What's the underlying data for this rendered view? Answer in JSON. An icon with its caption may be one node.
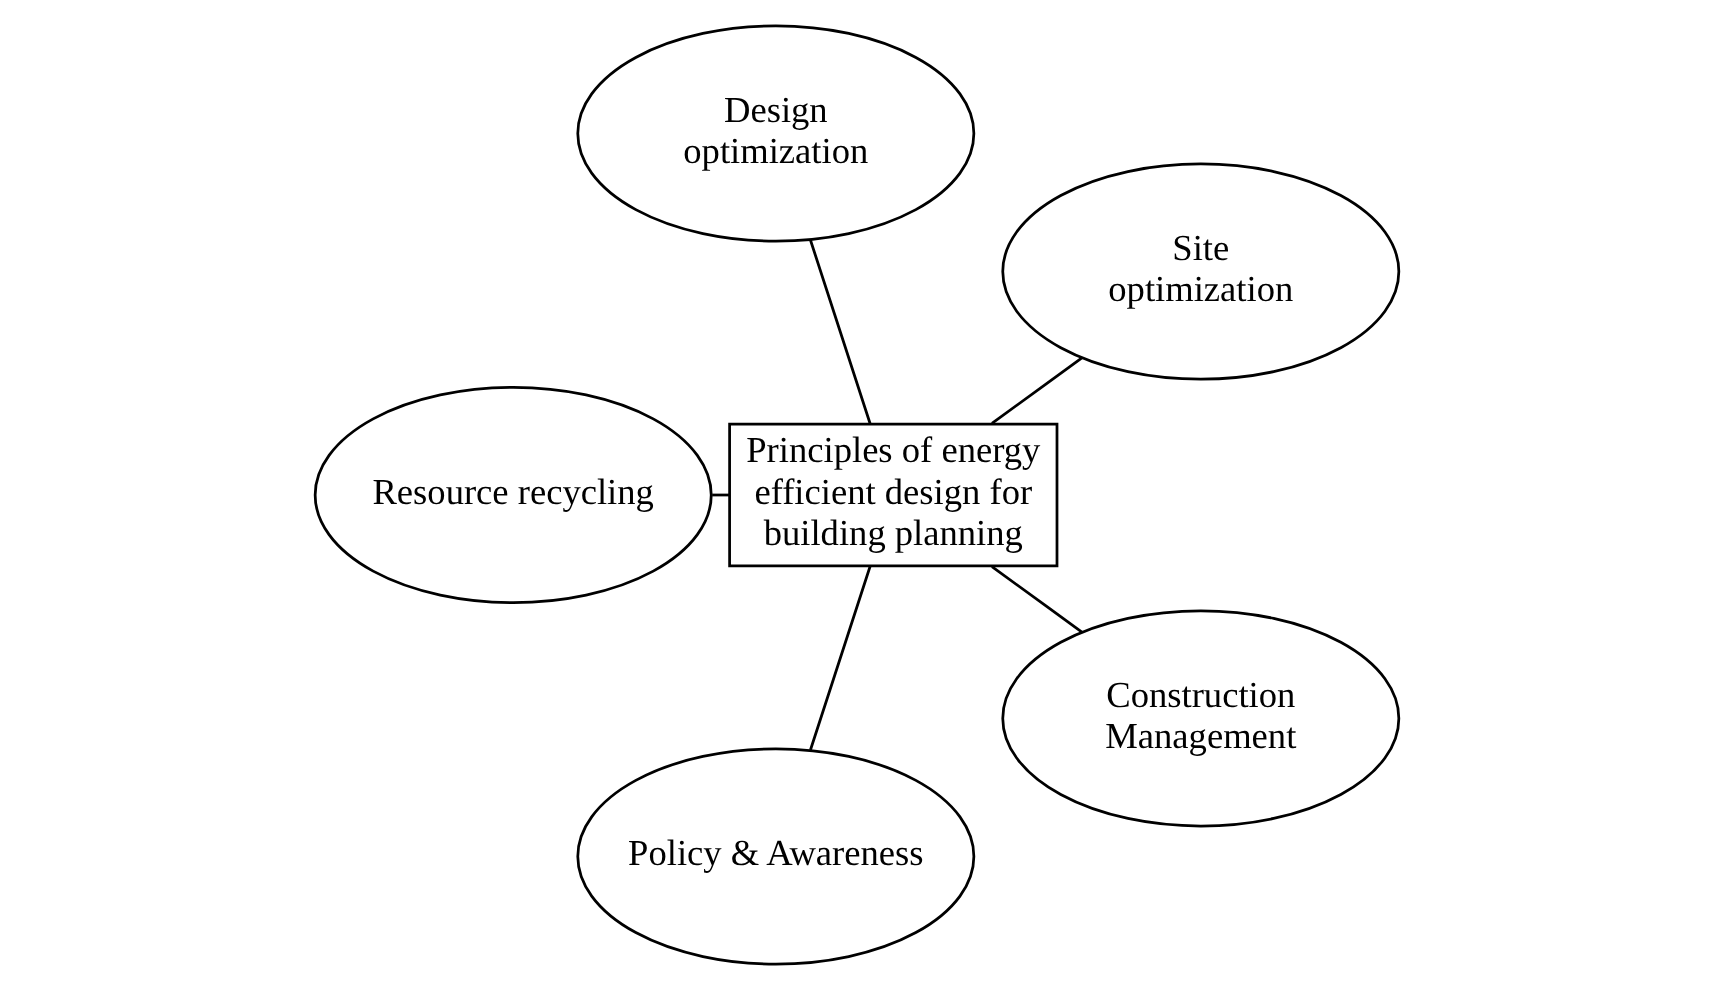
{
  "diagram": {
    "nodes": [
      {
        "text": [
          "Principles of energy efficient design for building planning"
        ]
      },
      {
        "text": [
          "Site optimization"
        ]
      },
      {
        "text": [
          "Design optimization"
        ]
      },
      {
        "text": [
          "Resource recycling"
        ]
      },
      {
        "text": [
          "Policy & Awareness"
        ]
      },
      {
        "text": [
          "Construction Management"
        ]
      }
    ],
    "edges": [
      {
        "from": 1,
        "to": 0,
        "arrow": "none"
      },
      {
        "from": 2,
        "to": 0,
        "arrow": "none"
      },
      {
        "from": 3,
        "to": 0,
        "arrow": "none"
      },
      {
        "from": 4,
        "to": 0,
        "arrow": "none"
      },
      {
        "from": 5,
        "to": 0,
        "arrow": "none"
      }
    ]
  }
}
